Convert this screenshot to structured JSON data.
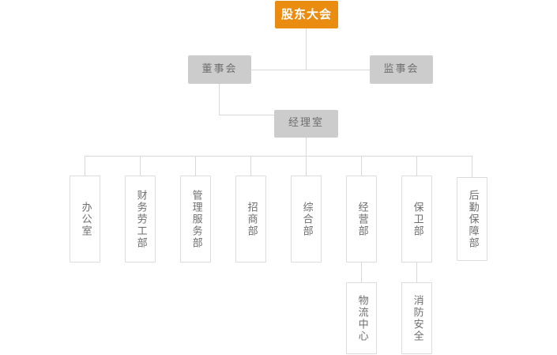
{
  "chart_data": {
    "type": "diagram",
    "title": "",
    "diagram_kind": "organizational-chart",
    "orientation": "top-down",
    "colors": {
      "root_background": "#ea8c10",
      "root_text": "#ffffff",
      "level_background": "#cccccc",
      "level_text": "#6e6e6e",
      "box_border": "#dcdcdc",
      "box_background": "#ffffff",
      "connector": "#d8d8d8",
      "page_background": "#ffffff"
    },
    "nodes": [
      {
        "id": "n0",
        "label": "股东大会",
        "level": 0,
        "style": "orange"
      },
      {
        "id": "n1",
        "label": "董事会",
        "level": 1,
        "style": "gray"
      },
      {
        "id": "n2",
        "label": "监事会",
        "level": 1,
        "style": "gray"
      },
      {
        "id": "n3",
        "label": "经理室",
        "level": 2,
        "style": "gray"
      },
      {
        "id": "d1",
        "label": "办公室",
        "level": 3,
        "style": "outline-vertical"
      },
      {
        "id": "d2",
        "label": "财务劳工部",
        "level": 3,
        "style": "outline-vertical"
      },
      {
        "id": "d3",
        "label": "管理服务部",
        "level": 3,
        "style": "outline-vertical"
      },
      {
        "id": "d4",
        "label": "招商部",
        "level": 3,
        "style": "outline-vertical"
      },
      {
        "id": "d5",
        "label": "综合部",
        "level": 3,
        "style": "outline-vertical"
      },
      {
        "id": "d6",
        "label": "经营部",
        "level": 3,
        "style": "outline-vertical"
      },
      {
        "id": "d7",
        "label": "保卫部",
        "level": 3,
        "style": "outline-vertical"
      },
      {
        "id": "d8",
        "label": "后勤保障部",
        "level": 3,
        "style": "outline-vertical"
      },
      {
        "id": "s1",
        "label": "物流中心",
        "level": 4,
        "style": "outline-vertical"
      },
      {
        "id": "s2",
        "label": "消防安全",
        "level": 4,
        "style": "outline-vertical"
      }
    ],
    "edges": [
      {
        "from": "n0",
        "to": "n1"
      },
      {
        "from": "n0",
        "to": "n2"
      },
      {
        "from": "n1",
        "to": "n3"
      },
      {
        "from": "n3",
        "to": "d1"
      },
      {
        "from": "n3",
        "to": "d2"
      },
      {
        "from": "n3",
        "to": "d3"
      },
      {
        "from": "n3",
        "to": "d4"
      },
      {
        "from": "n3",
        "to": "d5"
      },
      {
        "from": "n3",
        "to": "d6"
      },
      {
        "from": "n3",
        "to": "d7"
      },
      {
        "from": "n3",
        "to": "d8"
      },
      {
        "from": "d6",
        "to": "s1"
      },
      {
        "from": "d7",
        "to": "s2"
      }
    ]
  },
  "chart": {
    "root": {
      "label": "股东大会"
    },
    "level1": {
      "board": {
        "label": "董事会"
      },
      "supervisors": {
        "label": "监事会"
      }
    },
    "level2": {
      "manager_office": {
        "label": "经理室"
      }
    },
    "departments": [
      {
        "label": "办公室"
      },
      {
        "label": "财务劳工部"
      },
      {
        "label": "管理服务部"
      },
      {
        "label": "招商部"
      },
      {
        "label": "综合部"
      },
      {
        "label": "经营部"
      },
      {
        "label": "保卫部"
      },
      {
        "label": "后勤保障部"
      }
    ],
    "subdepartments": [
      {
        "label": "物流中心"
      },
      {
        "label": "消防安全"
      }
    ]
  }
}
